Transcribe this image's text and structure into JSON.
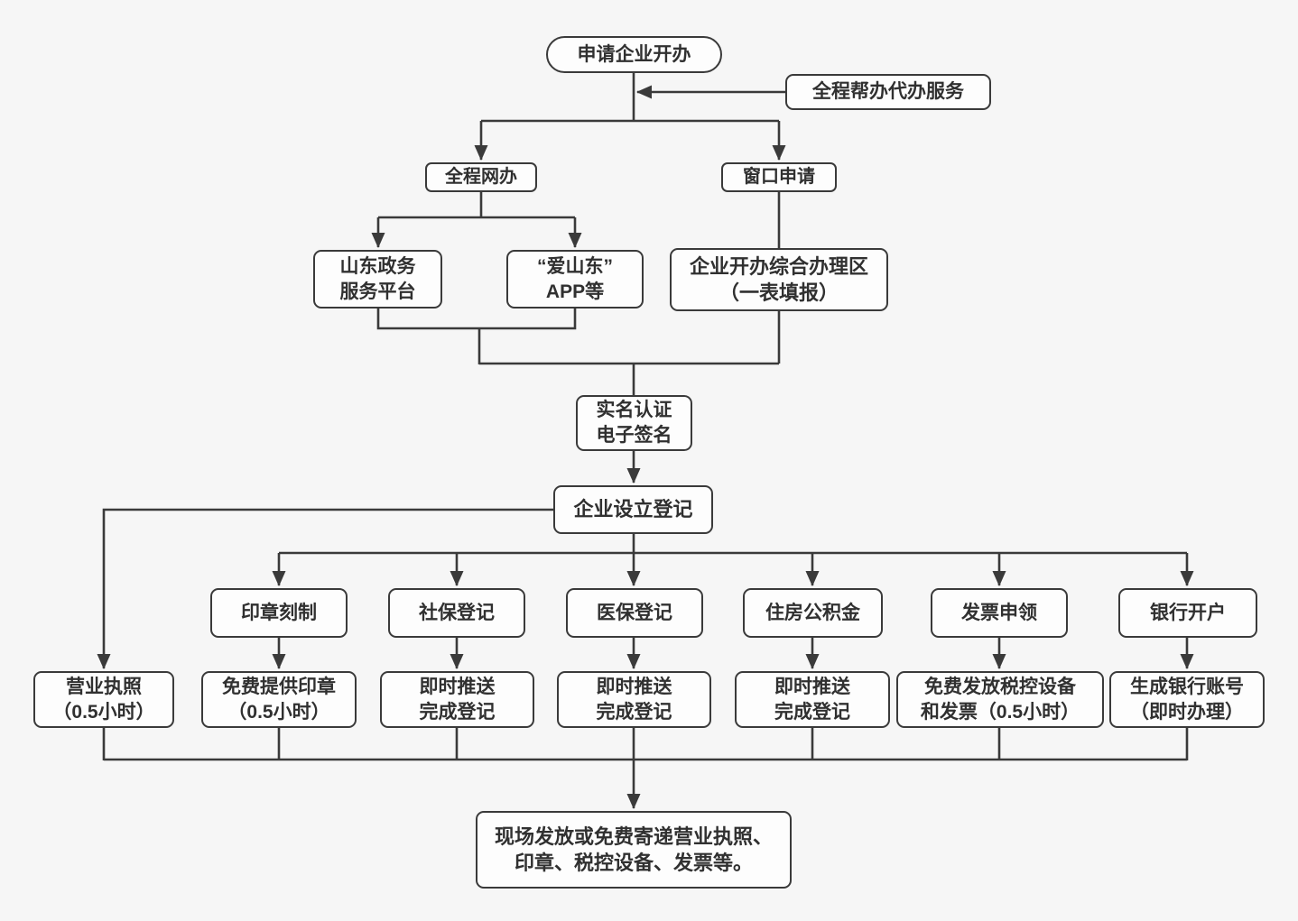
{
  "diagram": {
    "colors": {
      "background": "#f6f6f6",
      "line": "#3a3a3a",
      "box_fill": "#fdfdfd",
      "text": "#303030"
    },
    "nodes": {
      "apply": {
        "lines": [
          "申请企业开办"
        ]
      },
      "agency": {
        "lines": [
          "全程帮办代办服务"
        ]
      },
      "online": {
        "lines": [
          "全程网办"
        ]
      },
      "window": {
        "lines": [
          "窗口申请"
        ]
      },
      "platform": {
        "lines": [
          "山东政务",
          "服务平台"
        ]
      },
      "app": {
        "lines": [
          "“爱山东”",
          "APP等"
        ]
      },
      "zone": {
        "lines": [
          "企业开办综合办理区",
          "（一表填报）"
        ]
      },
      "auth": {
        "lines": [
          "实名认证",
          "电子签名"
        ]
      },
      "register": {
        "lines": [
          "企业设立登记"
        ]
      },
      "seal": {
        "lines": [
          "印章刻制"
        ]
      },
      "social": {
        "lines": [
          "社保登记"
        ]
      },
      "medical": {
        "lines": [
          "医保登记"
        ]
      },
      "housing": {
        "lines": [
          "住房公积金"
        ]
      },
      "invoice": {
        "lines": [
          "发票申领"
        ]
      },
      "bank": {
        "lines": [
          "银行开户"
        ]
      },
      "license": {
        "lines": [
          "营业执照",
          "（0.5小时）"
        ]
      },
      "seal_result": {
        "lines": [
          "免费提供印章",
          "（0.5小时）"
        ]
      },
      "social_result": {
        "lines": [
          "即时推送",
          "完成登记"
        ]
      },
      "medical_result": {
        "lines": [
          "即时推送",
          "完成登记"
        ]
      },
      "housing_result": {
        "lines": [
          "即时推送",
          "完成登记"
        ]
      },
      "invoice_result": {
        "lines": [
          "免费发放税控设备",
          "和发票（0.5小时）"
        ]
      },
      "bank_result": {
        "lines": [
          "生成银行账号",
          "（即时办理）"
        ]
      },
      "final": {
        "lines": [
          "现场发放或免费寄递营业执照、",
          "印章、税控设备、发票等。"
        ]
      }
    }
  }
}
